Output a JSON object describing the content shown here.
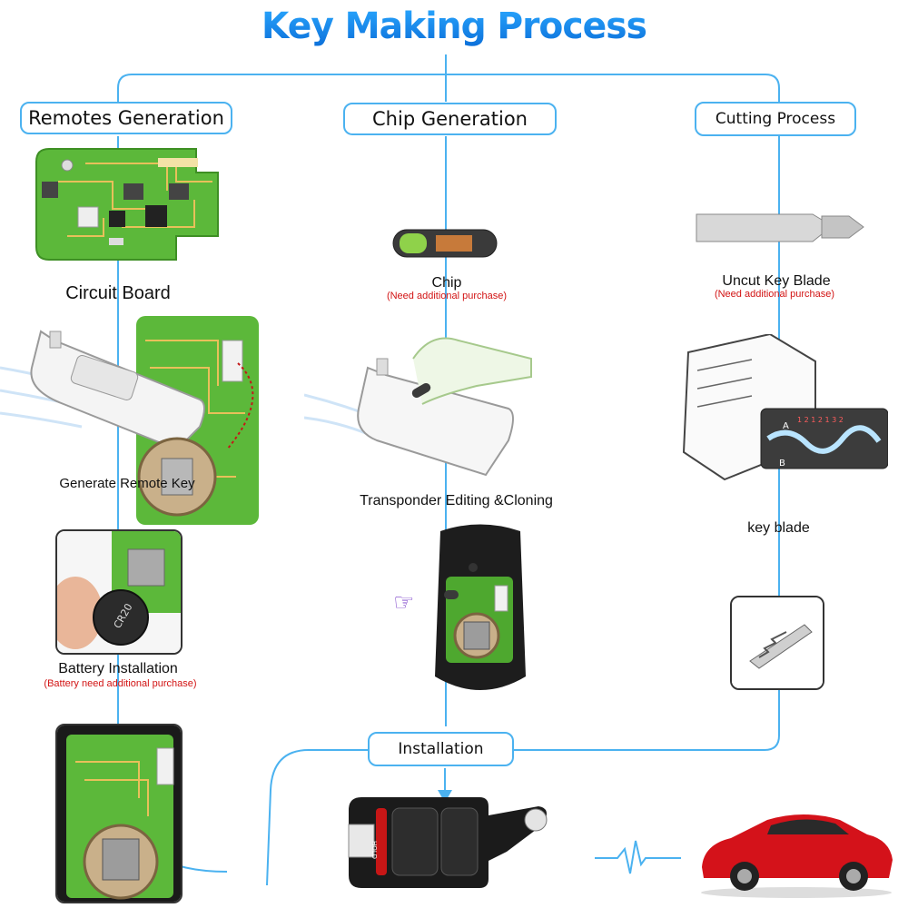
{
  "title": "Key Making Process",
  "columns": {
    "remotes": "Remotes Generation",
    "chip": "Chip Generation",
    "cutting": "Cutting Process"
  },
  "steps": {
    "circuit_board": "Circuit Board",
    "generate_remote_key": "Generate Remote Key",
    "battery_installation": "Battery Installation",
    "battery_note": "(Battery need additional purchase)",
    "chip": "Chip",
    "chip_note": "(Need additional purchase)",
    "transponder": "Transponder Editing &Cloning",
    "uncut_key_blade": "Uncut Key  Blade",
    "blade_note": "(Need additional purchase)",
    "key_blade": "key blade",
    "installation": "Installation"
  },
  "device_labels": {
    "cutter_a": "A",
    "cutter_b": "B",
    "cutter_digits": "1 2 1 2 1 3 2",
    "battery_text": "CR20",
    "remote_hold": "HOLD"
  },
  "colors": {
    "title_blue": "#1a8af0",
    "connector_blue": "#4bb2f0",
    "note_red": "#d21313",
    "pcb_green": "#5cb83a",
    "car_red": "#d4121a"
  }
}
